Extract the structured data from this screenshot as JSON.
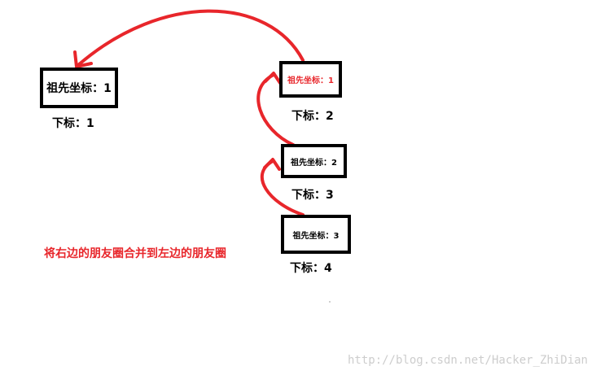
{
  "nodes": [
    {
      "label": "祖先坐标：1",
      "index_label": "下标：1",
      "label_color": "#000000"
    },
    {
      "label": "祖先坐标：1",
      "index_label": "下标：2",
      "label_color": "#e8262b"
    },
    {
      "label": "祖先坐标：2",
      "index_label": "下标：3",
      "label_color": "#000000"
    },
    {
      "label": "祖先坐标：3",
      "index_label": "下标：4",
      "label_color": "#000000"
    }
  ],
  "caption": "将右边的朋友圈合并到左边的朋友圈",
  "watermark": "http://blog.csdn.net/Hacker_ZhiDian",
  "colors": {
    "arrow": "#e8262b",
    "caption": "#e8262b",
    "box_border": "#000000"
  }
}
